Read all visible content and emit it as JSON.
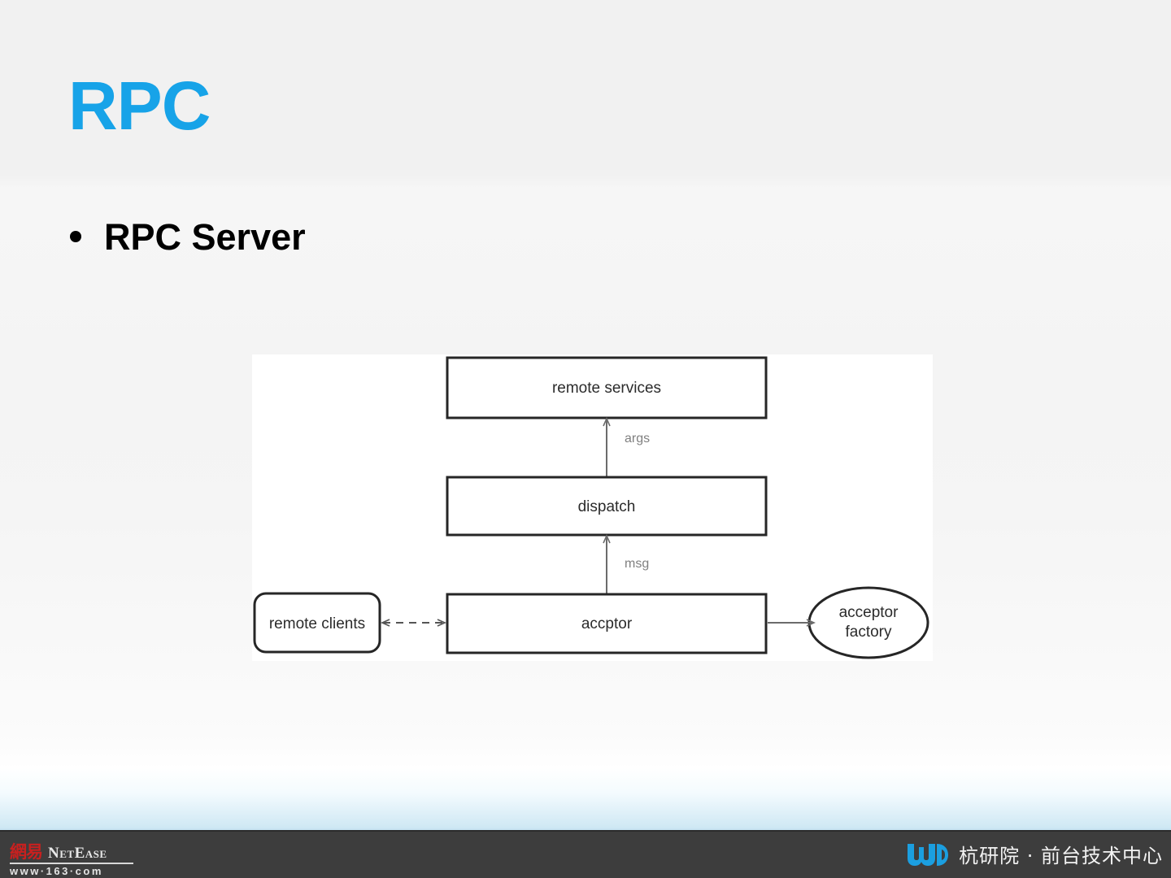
{
  "slide": {
    "title": "RPC",
    "title_color": "#17a3e8",
    "bullets": [
      {
        "text": "RPC Server"
      }
    ]
  },
  "diagram": {
    "type": "block-diagram",
    "nodes": [
      {
        "id": "remote-services",
        "label": "remote services",
        "shape": "rectangle"
      },
      {
        "id": "dispatch",
        "label": "dispatch",
        "shape": "rectangle"
      },
      {
        "id": "accptor",
        "label": "accptor",
        "shape": "rectangle"
      },
      {
        "id": "remote-clients",
        "label": "remote clients",
        "shape": "rounded-rectangle"
      },
      {
        "id": "acceptor-factory",
        "label": "acceptor factory",
        "label_line1": "acceptor",
        "label_line2": "factory",
        "shape": "ellipse"
      }
    ],
    "edges": [
      {
        "from": "dispatch",
        "to": "remote-services",
        "label": "args",
        "style": "solid",
        "arrow": "single"
      },
      {
        "from": "accptor",
        "to": "dispatch",
        "label": "msg",
        "style": "solid",
        "arrow": "single"
      },
      {
        "from": "remote-clients",
        "to": "accptor",
        "label": "",
        "style": "dashed",
        "arrow": "double"
      },
      {
        "from": "accptor",
        "to": "acceptor-factory",
        "label": "",
        "style": "solid",
        "arrow": "single"
      }
    ],
    "stroke_color": "#262626",
    "label_color": "#808080"
  },
  "footer": {
    "background": "#3d3d3d",
    "netease": {
      "cn": "網易",
      "en": "NetEase",
      "url": "www·163·com",
      "cn_color": "#c8201f"
    },
    "right": {
      "mark": "wd-logo-icon",
      "mark_color": "#1b9fe0",
      "text": "杭研院 · 前台技术中心"
    }
  }
}
